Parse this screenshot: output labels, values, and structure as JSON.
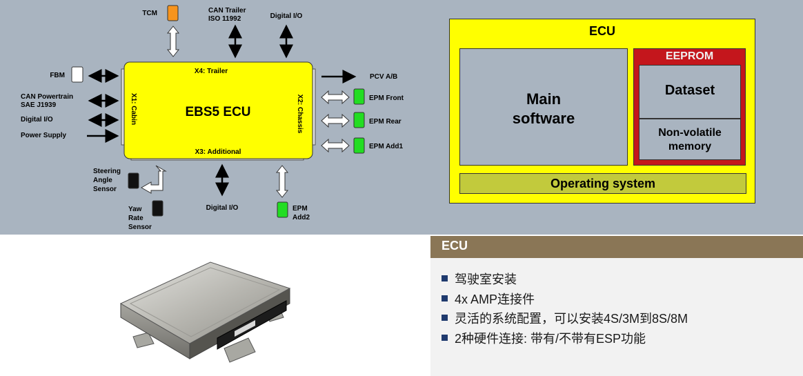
{
  "diagram": {
    "center_ecu": {
      "title": "EBS5 ECU",
      "port_top": "X4: Trailer",
      "port_bottom": "X3: Additional",
      "port_left": "X1: Cabin",
      "port_right": "X2: Chassis"
    },
    "top_connections": [
      "TCM",
      "CAN Trailer",
      "ISO 11992",
      "Digital I/O"
    ],
    "left_connections": [
      "FBM",
      "CAN Powertrain",
      "SAE J1939",
      "Digital I/O",
      "Power Supply"
    ],
    "right_connections": [
      "PCV A/B",
      "EPM Front",
      "EPM Rear",
      "EPM Add1"
    ],
    "bottom_connections": {
      "steering": [
        "Steering",
        "Angle",
        "Sensor"
      ],
      "yaw": [
        "Yaw",
        "Rate",
        "Sensor"
      ],
      "digital": "Digital I/O",
      "epm": [
        "EPM",
        "Add2"
      ]
    }
  },
  "ecu_architecture": {
    "title": "ECU",
    "main_software": [
      "Main",
      "software"
    ],
    "eeprom": "EEPROM",
    "dataset": "Dataset",
    "nvm": [
      "Non-volatile",
      "memory"
    ],
    "os": "Operating system"
  },
  "info_panel": {
    "title": "ECU",
    "bullets": [
      "驾驶室安装",
      "4x AMP连接件",
      "灵活的系统配置，可以安装4S/3M到8S/8M",
      "2种硬件连接: 带有/不带有ESP功能"
    ]
  },
  "colors": {
    "diagram_bg": "#a9b4c0",
    "ecu_yellow": "#ffff00",
    "tcm_orange": "#f7941d",
    "epm_green": "#22dd22",
    "eeprom_red": "#c4161c",
    "os_green": "#c2ca3c",
    "panel_header": "#8a7656"
  }
}
